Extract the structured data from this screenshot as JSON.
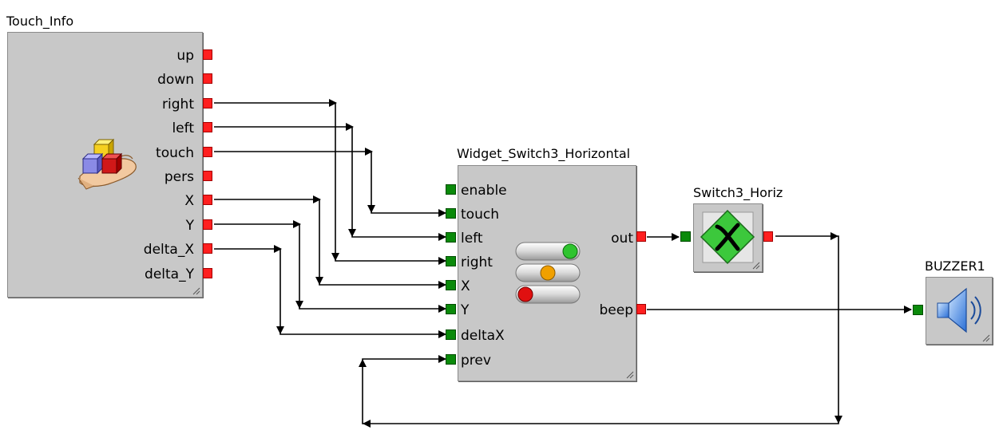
{
  "blocks": {
    "touch_info": {
      "title": "Touch_Info",
      "outputs": [
        "up",
        "down",
        "right",
        "left",
        "touch",
        "pers",
        "X",
        "Y",
        "delta_X",
        "delta_Y"
      ],
      "icon": "touch-hand-cubes-icon"
    },
    "widget_switch": {
      "title": "Widget_Switch3_Horizontal",
      "inputs": [
        "enable",
        "touch",
        "left",
        "right",
        "X",
        "Y",
        "deltaX",
        "prev"
      ],
      "outputs": [
        "out",
        "beep"
      ],
      "icon": "traffic-switch-icon"
    },
    "switch3_horiz": {
      "title": "Switch3_Horiz",
      "icon": "green-diamond-x-icon"
    },
    "buzzer": {
      "title": "BUZZER1",
      "icon": "speaker-icon"
    }
  },
  "colors": {
    "block_bg": "#c8c8c8",
    "output_port": "#ff1f1f",
    "input_port": "#0a8a0a",
    "wire": "#000000"
  }
}
